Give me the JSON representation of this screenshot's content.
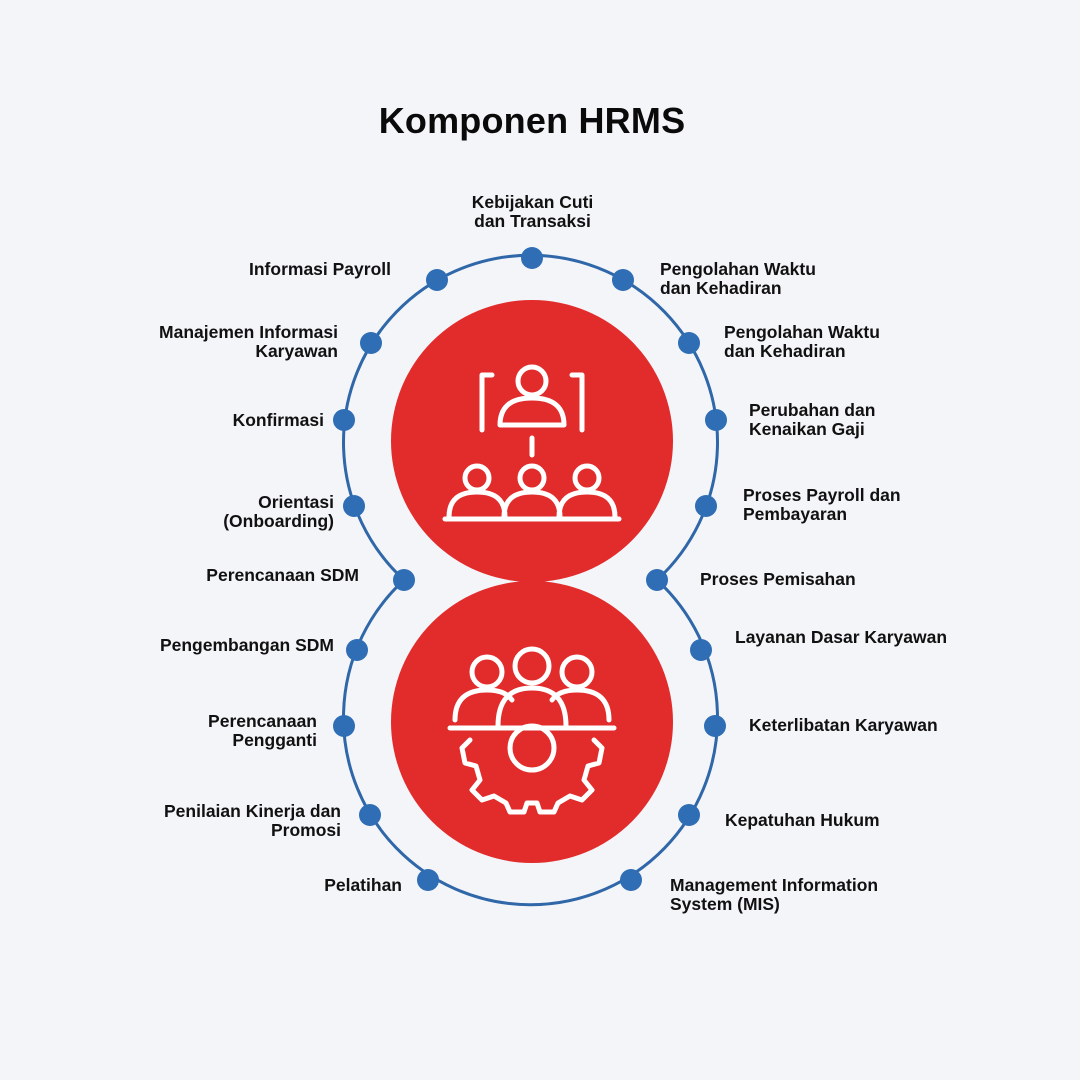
{
  "title": "Komponen HRMS",
  "colors": {
    "background": "#f3f5f9",
    "circle": "#e22b2b",
    "ring": "#2f67a8",
    "dot": "#2f6db5",
    "text": "#111111"
  },
  "icons": {
    "top": "org-chart-people-icon",
    "bottom": "team-gear-icon"
  },
  "labels": {
    "top_center": [
      "Kebijakan Cuti",
      "dan Transaksi"
    ],
    "left": [
      [
        "Informasi Payroll"
      ],
      [
        "Manajemen Informasi",
        "Karyawan"
      ],
      [
        "Konfirmasi"
      ],
      [
        "Orientasi",
        "(Onboarding)"
      ],
      [
        "Perencanaan SDM"
      ],
      [
        "Pengembangan SDM"
      ],
      [
        "Perencanaan",
        "Pengganti"
      ],
      [
        "Penilaian Kinerja dan",
        "Promosi"
      ],
      [
        "Pelatihan"
      ]
    ],
    "right": [
      [
        "Pengolahan Waktu",
        "dan Kehadiran"
      ],
      [
        "Pengolahan Waktu",
        "dan Kehadiran"
      ],
      [
        "Perubahan dan",
        "Kenaikan Gaji"
      ],
      [
        "Proses Payroll dan",
        "Pembayaran"
      ],
      [
        "Proses Pemisahan"
      ],
      [
        "Layanan Dasar Karyawan"
      ],
      [
        "Keterlibatan Karyawan"
      ],
      [
        "Kepatuhan Hukum"
      ],
      [
        "Management Information",
        "System (MIS)"
      ]
    ]
  }
}
